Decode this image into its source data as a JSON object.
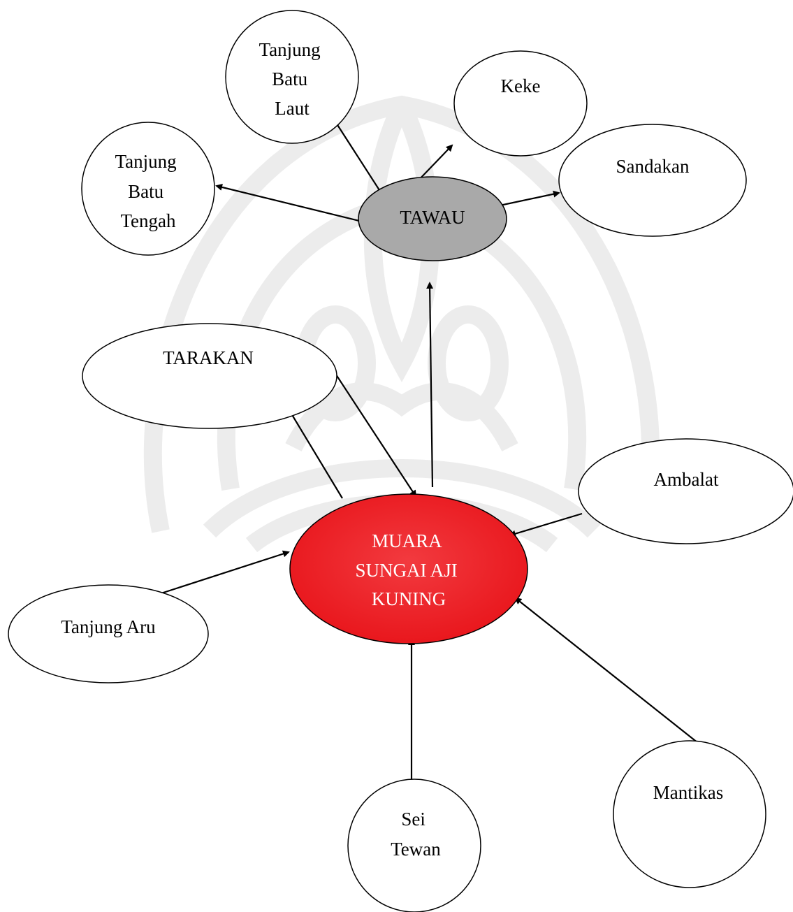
{
  "diagram": {
    "colors": {
      "hub_fill": "#e8141a",
      "hub_text": "#ffffff",
      "secondary_fill": "#a9a9a9",
      "node_fill": "#ffffff",
      "line": "#000000",
      "watermark": "#ececec"
    },
    "nodes": [
      {
        "id": "tanjung-batu-laut",
        "lines": [
          "Tanjung",
          "Batu",
          "Laut"
        ]
      },
      {
        "id": "keke",
        "lines": [
          "Keke"
        ]
      },
      {
        "id": "tanjung-batu-tengah",
        "lines": [
          "Tanjung",
          "Batu",
          "Tengah"
        ]
      },
      {
        "id": "tawau",
        "lines": [
          "TAWAU"
        ]
      },
      {
        "id": "sandakan",
        "lines": [
          "Sandakan"
        ]
      },
      {
        "id": "tarakan",
        "lines": [
          "TARAKAN"
        ]
      },
      {
        "id": "ambalat",
        "lines": [
          "Ambalat"
        ]
      },
      {
        "id": "muara-sungai-aji-kuning",
        "lines": [
          "MUARA",
          "SUNGAI AJI",
          "KUNING"
        ]
      },
      {
        "id": "tanjung-aru",
        "lines": [
          "Tanjung Aru"
        ]
      },
      {
        "id": "sei-tewan",
        "lines": [
          "Sei",
          "Tewan"
        ]
      },
      {
        "id": "mantikas",
        "lines": [
          "Mantikas"
        ]
      }
    ],
    "edges": [
      {
        "from": "tawau",
        "to": "tanjung-batu-laut"
      },
      {
        "from": "tawau",
        "to": "keke"
      },
      {
        "from": "tawau",
        "to": "tanjung-batu-tengah"
      },
      {
        "from": "tawau",
        "to": "sandakan"
      },
      {
        "from": "muara-sungai-aji-kuning",
        "to": "tawau"
      },
      {
        "from": "muara-sungai-aji-kuning",
        "to": "tarakan"
      },
      {
        "from": "tarakan",
        "to": "muara-sungai-aji-kuning"
      },
      {
        "from": "ambalat",
        "to": "muara-sungai-aji-kuning"
      },
      {
        "from": "tanjung-aru",
        "to": "muara-sungai-aji-kuning"
      },
      {
        "from": "sei-tewan",
        "to": "muara-sungai-aji-kuning"
      },
      {
        "from": "mantikas",
        "to": "muara-sungai-aji-kuning"
      }
    ]
  }
}
